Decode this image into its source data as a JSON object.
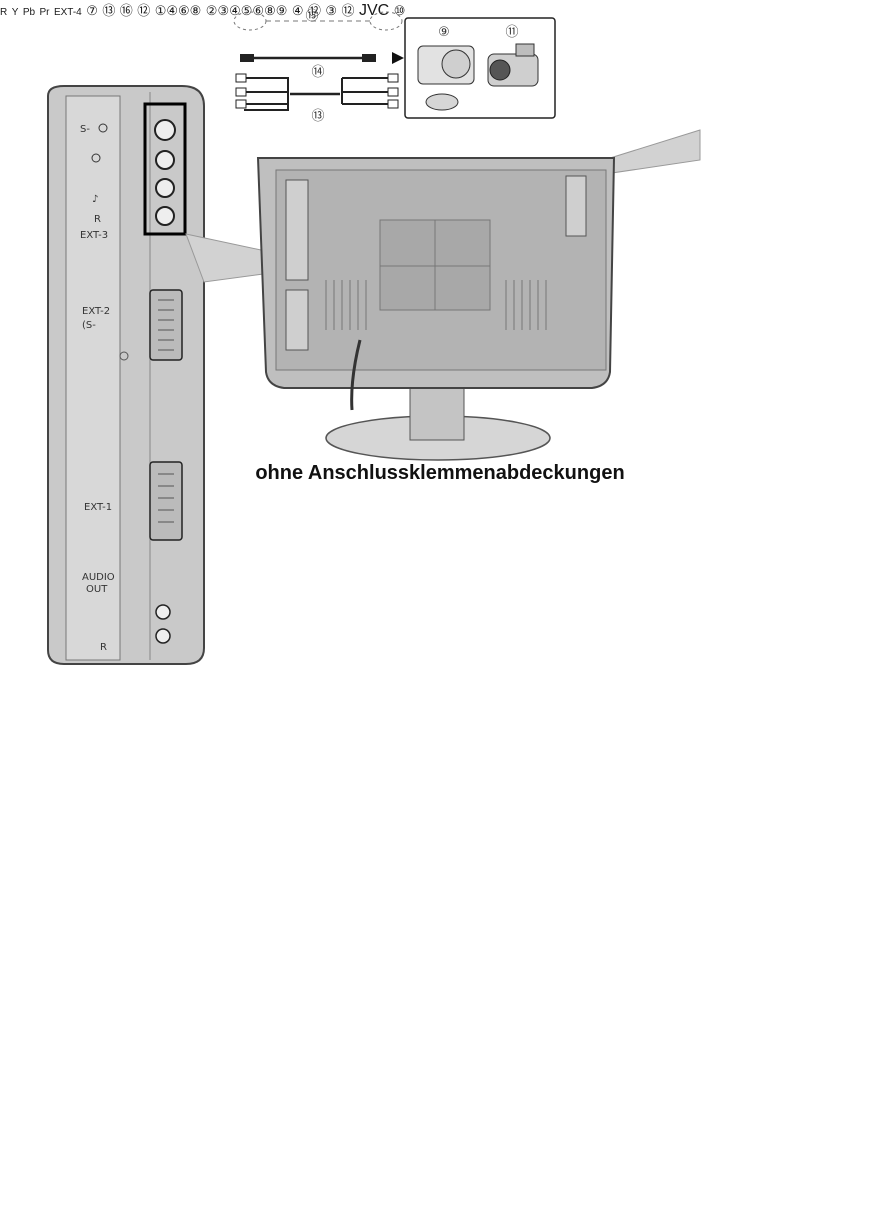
{
  "caption": "ohne Anschlussklemmenabdeckungen",
  "side_panel_labels": {
    "s_video": "S-",
    "video": "",
    "audio_r": "R",
    "ext3": "EXT-3",
    "ext2": "EXT-2",
    "ext2_sub": "(S-",
    "ext1": "EXT-1",
    "audio_out_1": "AUDIO",
    "audio_out_2": "OUT",
    "audio_out_r": "R"
  },
  "right_panel_labels": {
    "r": "R",
    "y": "Y",
    "pb": "Pb",
    "pr": "Pr",
    "ext4": "EXT-4"
  },
  "callouts": {
    "c15": "⑮",
    "c14": "⑭",
    "c13_top": "⑬",
    "c9": "⑨",
    "c11": "⑪",
    "c7": "⑦",
    "c13_mid": "⑬",
    "c16": "⑯",
    "c12_a": "⑫",
    "group_ext1": "①④⑥⑧",
    "c12_b": "⑫",
    "group_ext2": "②③④⑤⑥⑧⑨",
    "c4": "④",
    "c12_c": "⑫",
    "c3": "③",
    "c10": "⑩"
  },
  "brand": "JVC"
}
